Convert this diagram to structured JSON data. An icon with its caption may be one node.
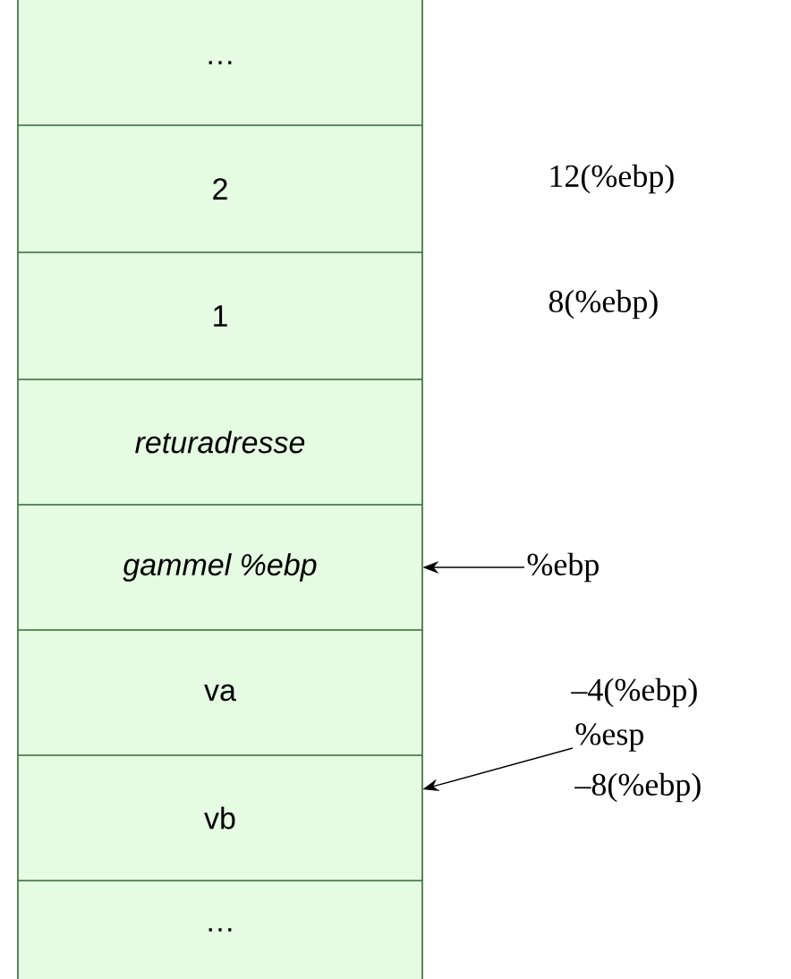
{
  "diagram": {
    "nodes": [
      {
        "text": [
          "…"
        ]
      },
      {
        "text": [
          "2"
        ]
      },
      {
        "text": [
          "1"
        ]
      },
      {
        "text": [
          "returadresse"
        ]
      },
      {
        "text": [
          "gammel %ebp"
        ]
      },
      {
        "text": [
          "va"
        ]
      },
      {
        "text": [
          "vb"
        ]
      },
      {
        "text": [
          "…"
        ]
      },
      {
        "text": [
          "%ebp"
        ]
      },
      {
        "text": [
          "%esp"
        ]
      }
    ],
    "edges": [
      {
        "from": 8,
        "to": 4,
        "arrow": "to"
      },
      {
        "from": 9,
        "to": 6,
        "arrow": "to"
      }
    ],
    "labels": [
      "12(%ebp)",
      "8(%ebp)",
      "–4(%ebp)",
      "–8(%ebp)"
    ]
  }
}
